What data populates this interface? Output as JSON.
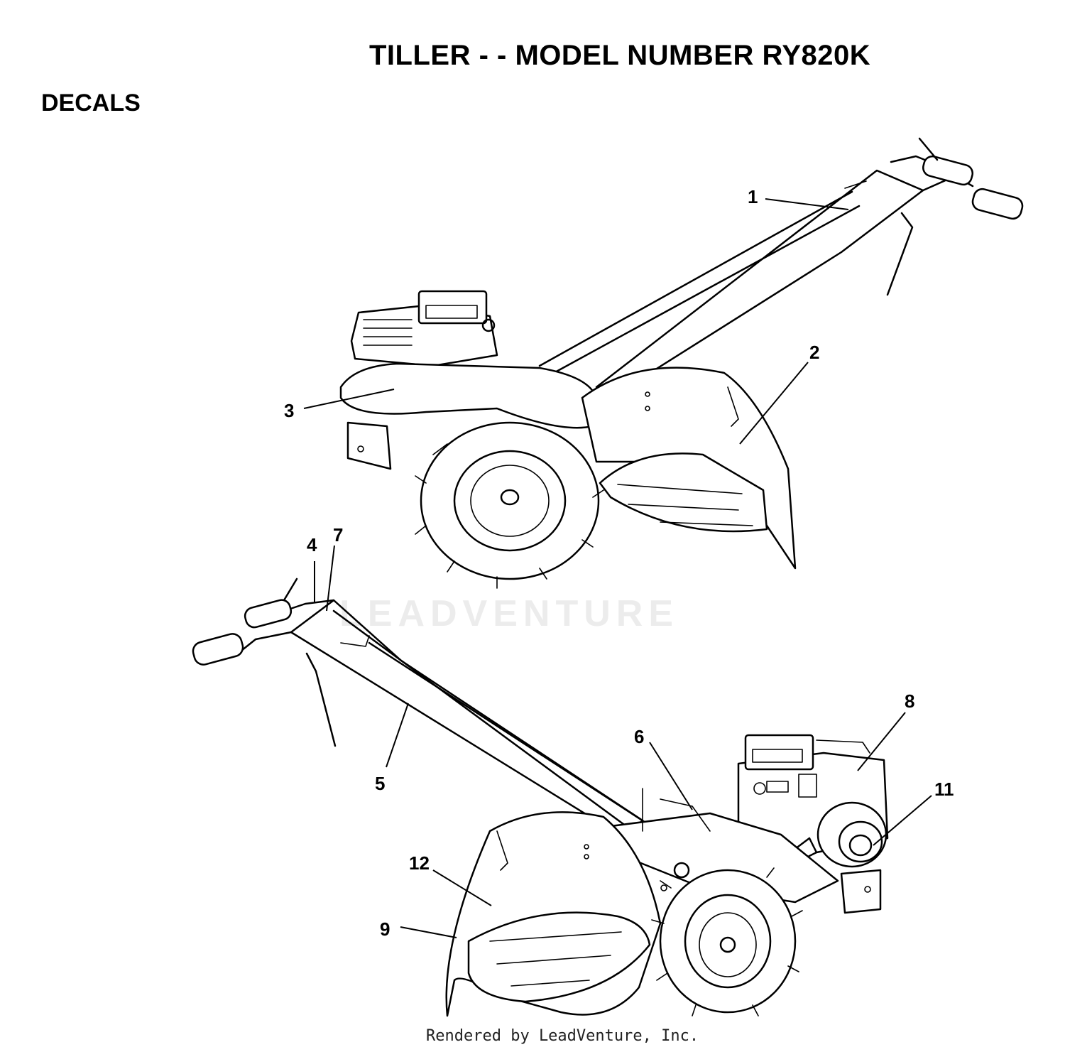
{
  "title": "TILLER - - MODEL NUMBER RY820K",
  "section": "DECALS",
  "watermark": "LEADVENTURE",
  "footer": "Rendered by LeadVenture, Inc.",
  "callouts": {
    "c1": "1",
    "c2": "2",
    "c3": "3",
    "c4": "4",
    "c5": "5",
    "c6": "6",
    "c7": "7",
    "c8": "8",
    "c9": "9",
    "c11": "11",
    "c12": "12"
  }
}
